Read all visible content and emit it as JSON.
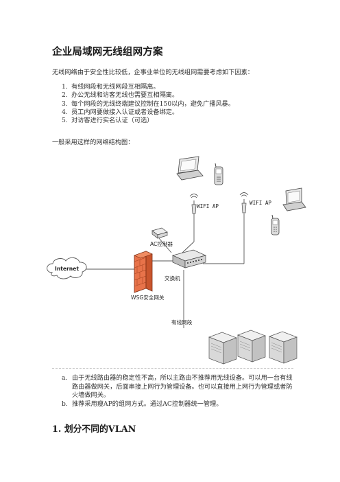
{
  "doc": {
    "title": "企业局域网无线组网方案",
    "intro": "无线网络由于安全性比较低，企事业单位的无线组网需要考虑如下因素：",
    "factors": [
      {
        "num": "1.",
        "text": "有线网段和无线网段互相隔离。"
      },
      {
        "num": "2.",
        "text": "办公无线和访客无线也需要互相隔离。"
      },
      {
        "num": "3.",
        "text": "每个网段的无线终端建议控制在150以内，避免广播风暴。"
      },
      {
        "num": "4.",
        "text": "员工内网要做接入认证或者设备绑定。"
      },
      {
        "num": "5.",
        "text": "对访客进行实名认证（可选）"
      }
    ],
    "lead": "一般采用这样的网络结构图：",
    "diagram": {
      "wifi_ap_left": "WIFI AP",
      "wifi_ap_right": "WIFI AP",
      "ac_controller": "AC控制器",
      "internet": "Internet",
      "switch": "交换机",
      "wsg_gateway": "WSG安全网关",
      "wired_segment": "有线网段"
    },
    "notes": [
      {
        "mark": "a.",
        "text": "由于无线路由器的稳定性不高，所以主路由不推荐用无线设备。可以用一台有线路由器做网关，后面串接上网行为管理设备。也可以直接用上网行为管理或者防火墙做网关。"
      },
      {
        "mark": "b.",
        "text": "推荐采用瘦AP的组网方式。通过AC控制器统一管理。"
      }
    ],
    "section_heading": "1. 划分不同的VLAN"
  },
  "colors": {
    "firewall": "#e8734a",
    "line": "#555555",
    "device_gray": "#c8c8c8"
  }
}
